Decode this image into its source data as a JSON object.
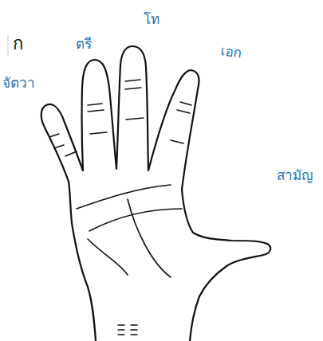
{
  "diagram": {
    "labels": [
      "ก",
      "จัตวา",
      "ตรี",
      "โท",
      "เอก",
      "สามัญ"
    ]
  }
}
